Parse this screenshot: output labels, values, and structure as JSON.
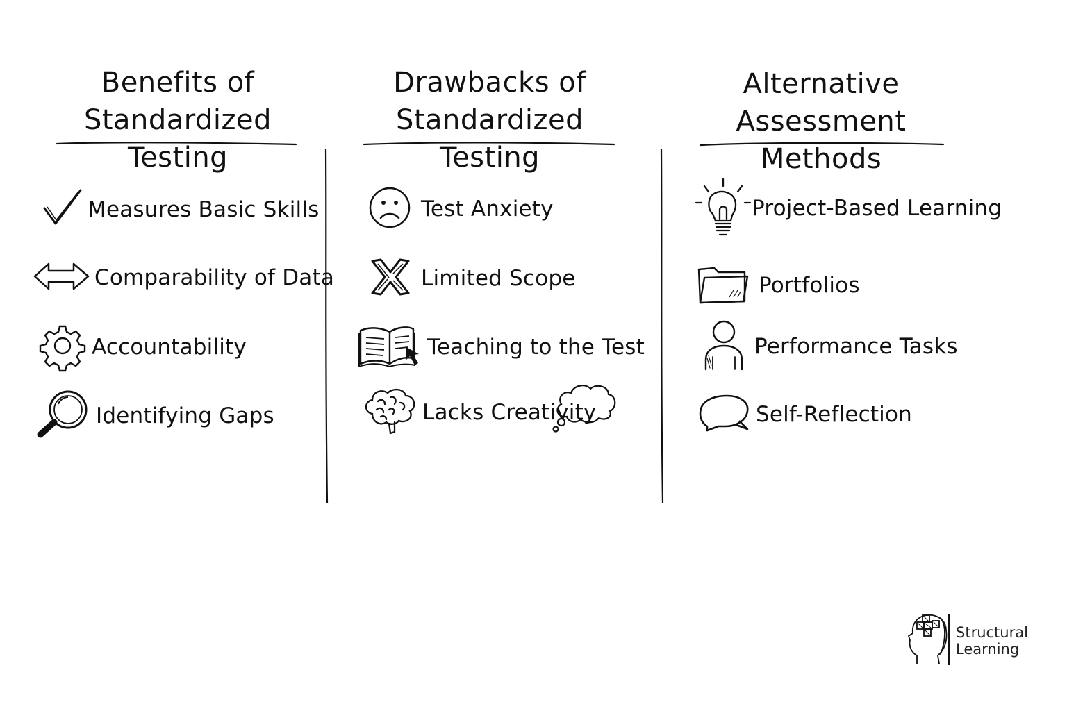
{
  "columns": [
    {
      "heading": [
        "Benefits of",
        "Standardized Testing"
      ],
      "items": [
        {
          "label": "Measures Basic Skills",
          "icon": "checkmark-icon"
        },
        {
          "label": "Comparability of Data",
          "icon": "double-arrow-icon"
        },
        {
          "label": "Accountability",
          "icon": "gear-icon"
        },
        {
          "label": "Identifying Gaps",
          "icon": "magnifier-icon"
        }
      ]
    },
    {
      "heading": [
        "Drawbacks of",
        "Standardized Testing"
      ],
      "items": [
        {
          "label": "Test Anxiety",
          "icon": "sad-face-icon"
        },
        {
          "label": "Limited Scope",
          "icon": "x-mark-icon"
        },
        {
          "label": "Teaching to the Test",
          "icon": "open-book-cursor-icon"
        },
        {
          "label": "Lacks Creativity",
          "icon": "brain-icon"
        }
      ]
    },
    {
      "heading": [
        "Alternative",
        "Assessment Methods"
      ],
      "items": [
        {
          "label": "Project-Based Learning",
          "icon": "lightbulb-icon"
        },
        {
          "label": "Portfolios",
          "icon": "folder-icon"
        },
        {
          "label": "Performance Tasks",
          "icon": "person-icon"
        },
        {
          "label": "Self-Reflection",
          "icon": "speech-bubble-icon"
        }
      ]
    }
  ],
  "logo": {
    "line1": "Structural",
    "line2": "Learning"
  }
}
